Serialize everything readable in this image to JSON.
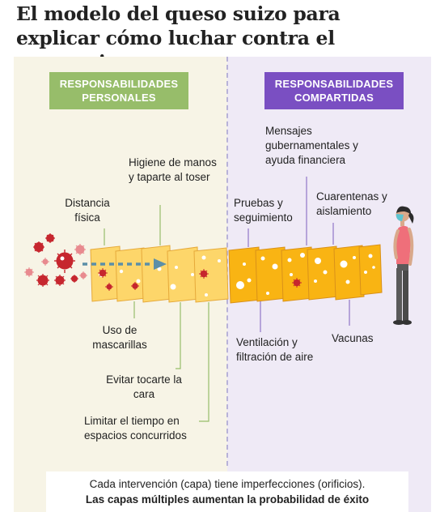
{
  "title": "El modelo del queso suizo para explicar cómo luchar contra el coronavirus",
  "headers": {
    "personal": "RESPONSABILIDADES PERSONALES",
    "shared": "RESPONSABILIDADES COMPARTIDAS"
  },
  "labels": {
    "distancia": "Distancia física",
    "higiene": "Higiene de manos y taparte al toser",
    "mascarillas": "Uso de mascarillas",
    "evitar": "Evitar tocarte la cara",
    "limitar": "Limitar el tiempo en espacios concurridos",
    "pruebas": "Pruebas y seguimiento",
    "mensajes": "Mensajes gubernamentales y ayuda financiera",
    "cuarentenas": "Cuarentenas y aislamiento",
    "ventilacion": "Ventilación y filtración de aire",
    "vacunas": "Vacunas"
  },
  "footer": {
    "line1": "Cada intervención (capa) tiene imperfecciones (orificios).",
    "line2": "Las capas múltiples aumentan la probabilidad de éxito"
  },
  "colors": {
    "personal_header": "#97bd6a",
    "shared_header": "#7a4fc2",
    "personal_slice": "#fdd66a",
    "shared_slice": "#f9b413",
    "virus": "#c6262e"
  },
  "icons": [
    "virus-icon",
    "arrow-icon",
    "person-icon"
  ]
}
